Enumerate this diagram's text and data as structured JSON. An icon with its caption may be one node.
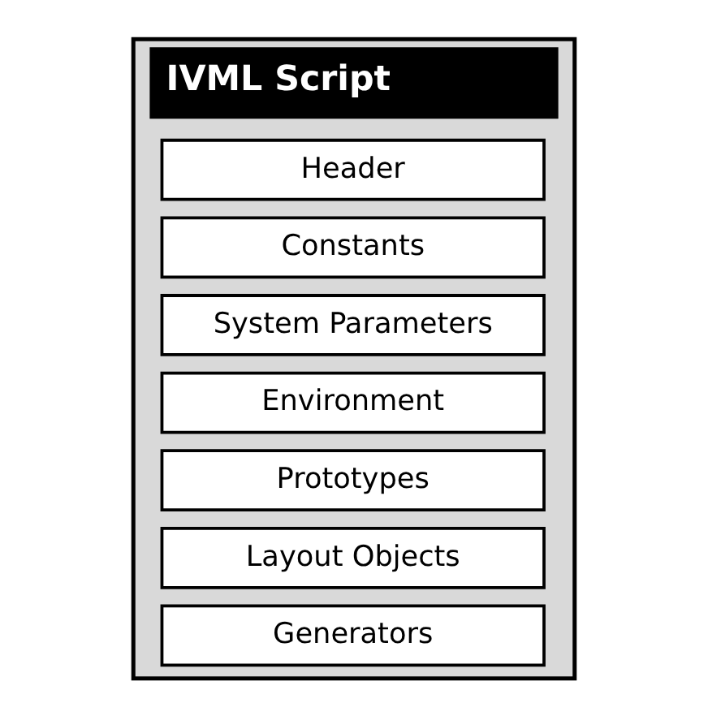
{
  "diagram": {
    "nodes": [
      {
        "text": [
          "IVML Script"
        ]
      },
      {
        "text": [
          "Header"
        ],
        "in": 0
      },
      {
        "text": [
          "Constants"
        ],
        "in": 0
      },
      {
        "text": [
          "System Parameters"
        ],
        "in": 0
      },
      {
        "text": [
          "Environment"
        ],
        "in": 0
      },
      {
        "text": [
          "Prototypes"
        ],
        "in": 0
      },
      {
        "text": [
          "Layout Objects"
        ],
        "in": 0
      },
      {
        "text": [
          "Generators"
        ],
        "in": 0
      }
    ]
  }
}
